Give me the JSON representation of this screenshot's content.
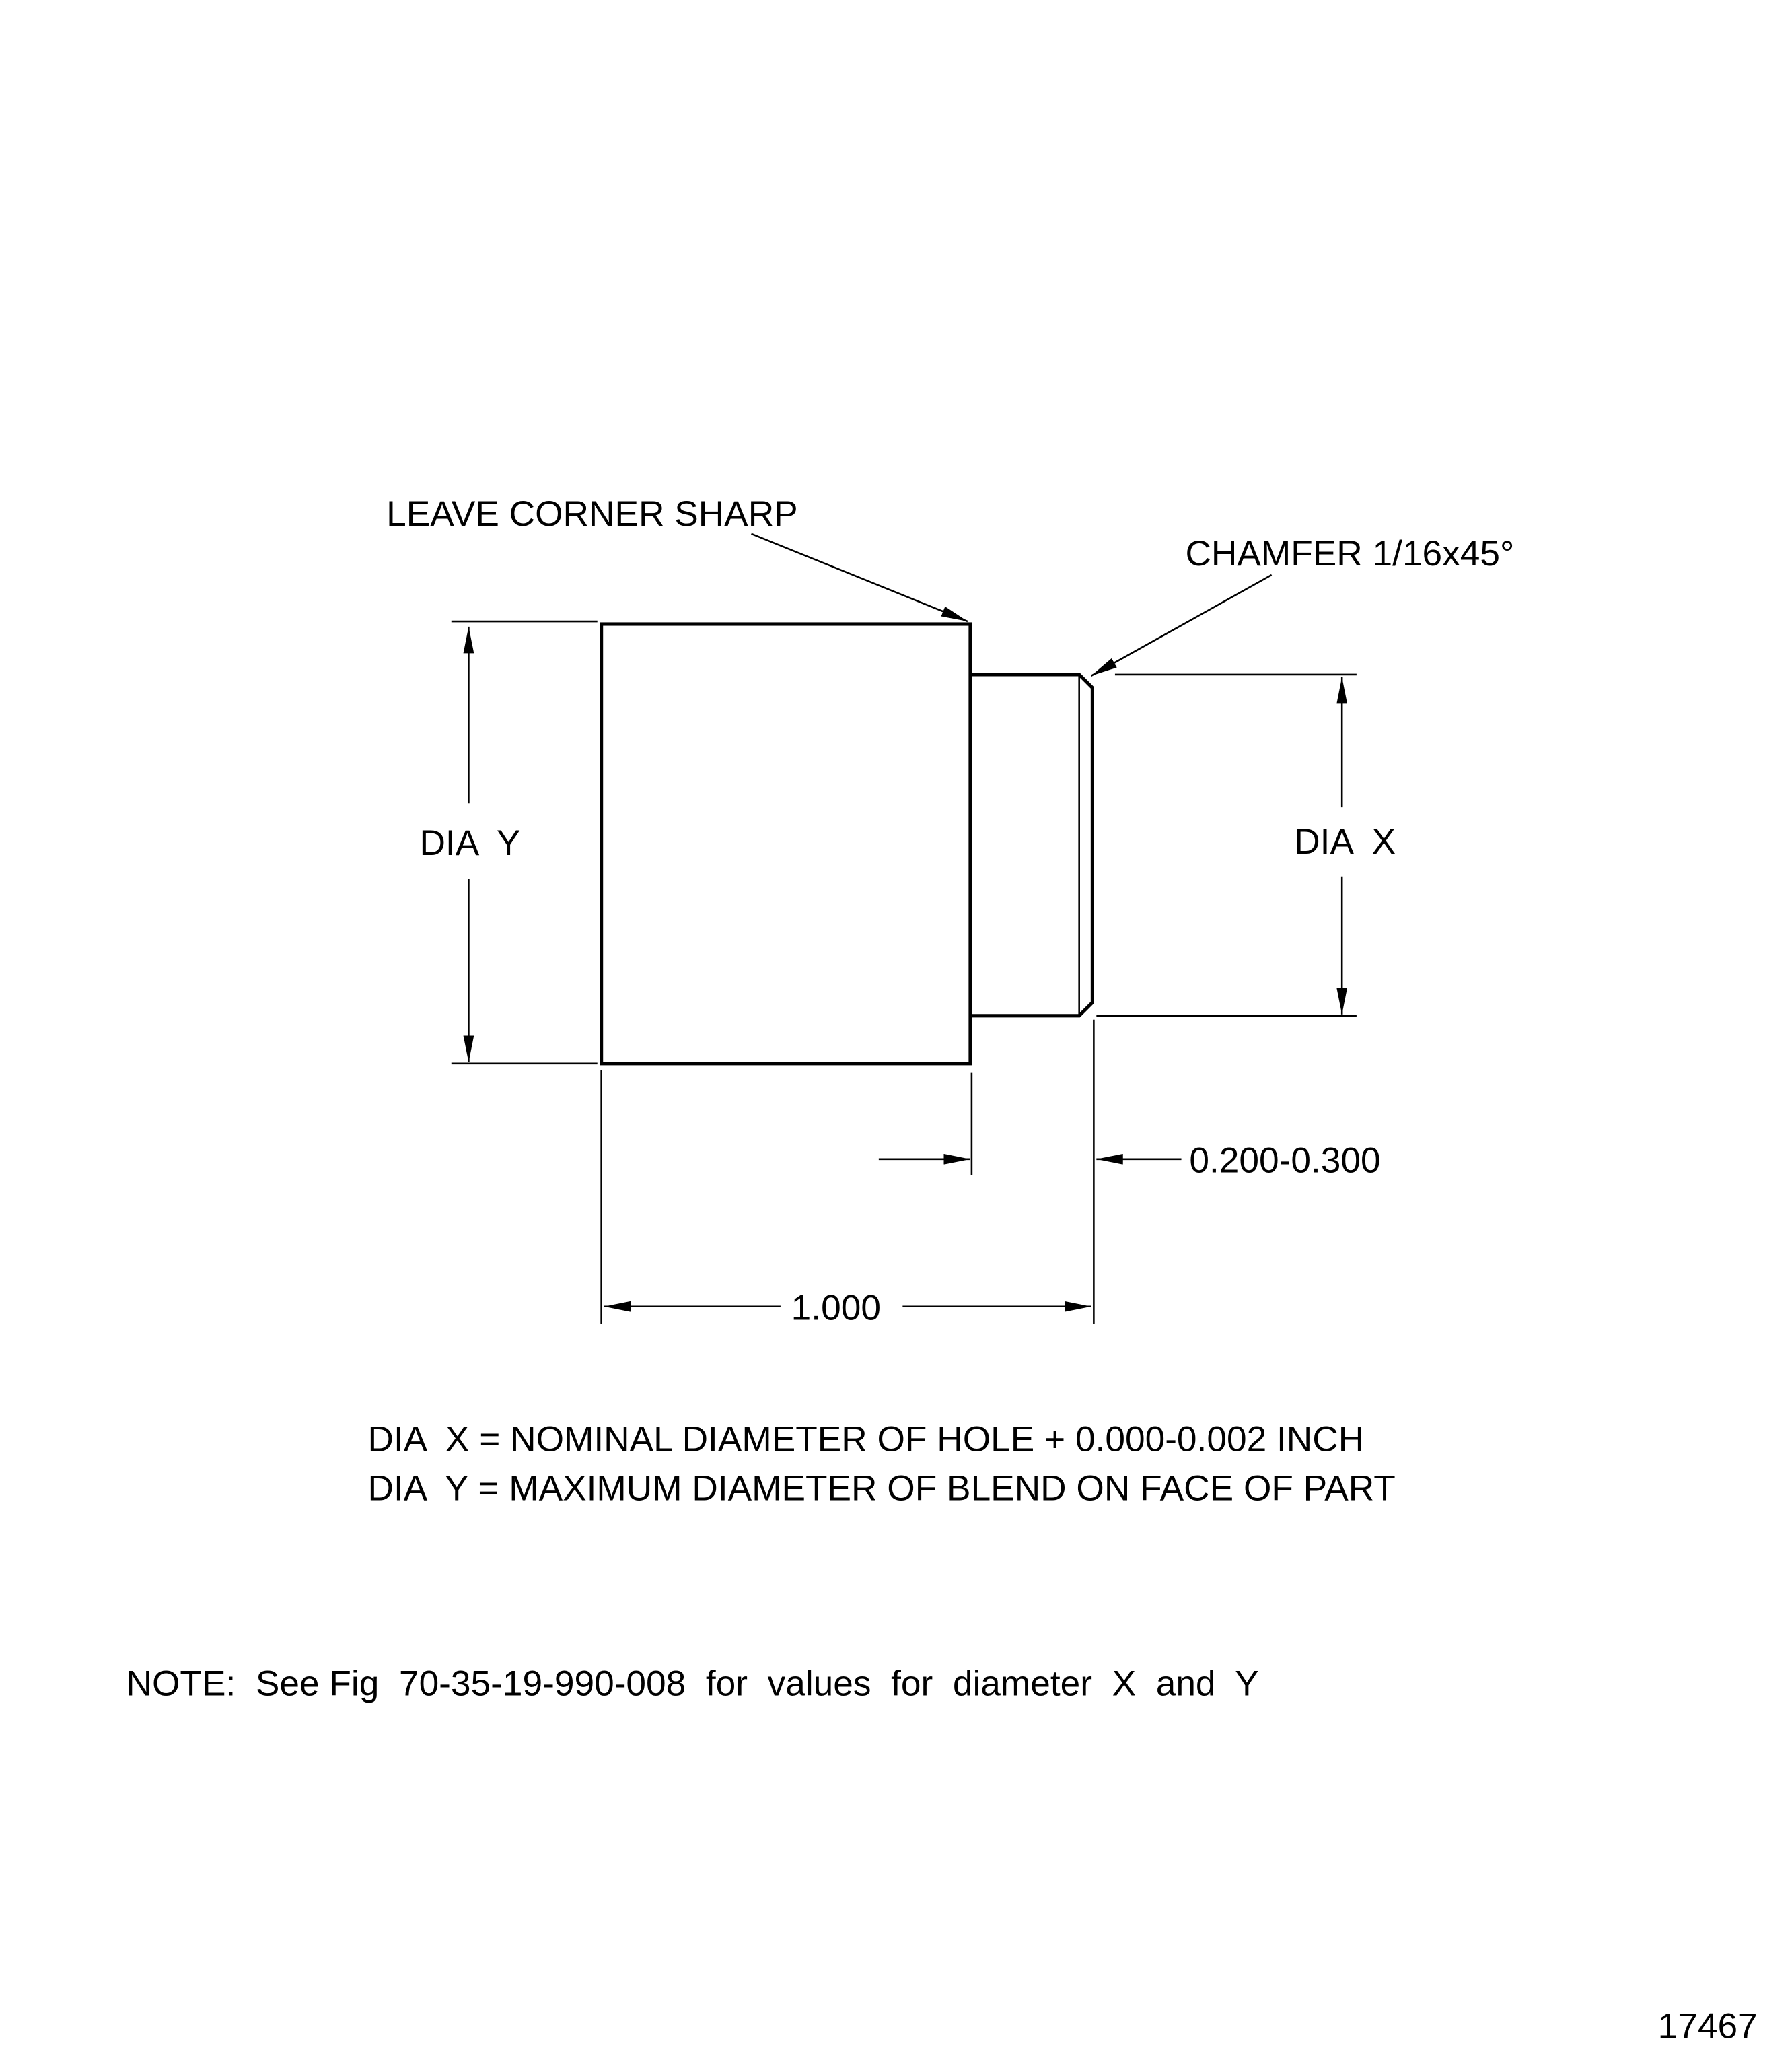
{
  "callouts": {
    "corner": "LEAVE CORNER SHARP",
    "chamfer": "CHAMFER 1/16x45°"
  },
  "dimensions": {
    "dia_y": "DIA  Y",
    "dia_x": "DIA  X",
    "shoulder": "0.200-0.300",
    "length": "1.000"
  },
  "legend": {
    "line1": "DIA  X = NOMINAL DIAMETER OF HOLE + 0.000-0.002 INCH",
    "line2": "DIA  Y = MAXIMUM DIAMETER OF BLEND ON FACE OF PART"
  },
  "note": "NOTE:  See Fig  70-35-19-990-008  for  values  for  diameter  X  and  Y",
  "figure_number": "17467"
}
